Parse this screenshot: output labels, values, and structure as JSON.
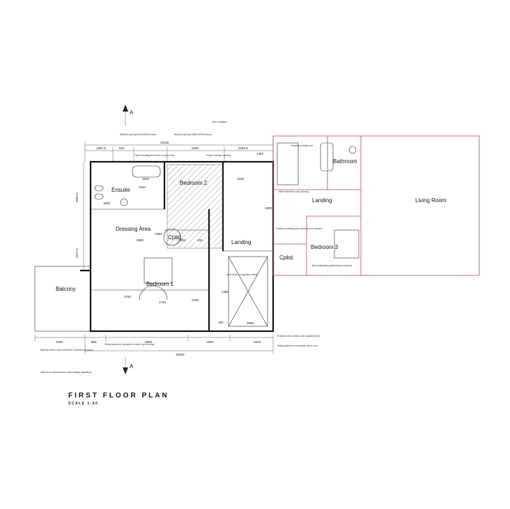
{
  "title": "FIRST FLOOR PLAN",
  "scale": "SCALE 1:50",
  "section_marker": "A",
  "rooms": {
    "ensuite": "Ensuite",
    "bedroom2": "Bedroom 2",
    "dressing": "Dressing Area",
    "cpbd1": "Cpbd.",
    "landing1": "Landing",
    "balcony": "Balcony",
    "bedroom1": "Bedroom 1",
    "bathroom": "Bathroom",
    "landing2": "Landing",
    "living": "Living Room",
    "bedroom3": "Bedroom 3",
    "cpbd2": "Cpbd."
  },
  "dimensions": {
    "overall_top": "10160",
    "top_1": "1487.5",
    "top_2": "910",
    "top_3": "2280",
    "top_4": "3282.5",
    "top_5": "1480",
    "ensuite_w": "2840",
    "d_1000": "1000",
    "d_2240": "2240",
    "d_7260": "7260",
    "d_2820": "2820",
    "d_1500": "1500",
    "d_100": "100",
    "d_2780a": "2780",
    "d_2780b": "2780",
    "d_1740": "1740",
    "d_1350": "1350",
    "d_1990": "1990",
    "d_2520": "2520",
    "d_2380": "2380",
    "bottom_2200": "2200",
    "bottom_890": "890",
    "bottom_4900": "4900",
    "overall_bottom": "10500",
    "left_3057": "3057.5",
    "left_2977": "2977.5",
    "d_180": "180",
    "d_2100": "2100",
    "d_1800": "1800"
  },
  "notes": {
    "window_top_left": "Window opening 910x2000mm deep",
    "window_top_mid": "Window opening 2280x1375mm deep",
    "timber_stud": "Timber studding from floor to eaves level",
    "extent_timber": "Extent of timber cladding",
    "rooflight": "Velux rooflights",
    "balcony_note": "Balcony area to have a minimum 1100mm high guard",
    "stair_note": "Stairs to be constructed to meet building regulations",
    "sliding_note": "Sliding system to specialist to extend up roof slope",
    "steel_note": "Steel beam to Engineers details",
    "bath_note": "Existing roof light over",
    "wall_removed": "Wall removed for new opening",
    "partition_note": "Position of existing door opening to be blocked",
    "new_partition": "New loadbearing partitioning as required",
    "extended_lift": "Extended sill to extend over cladding boxes",
    "sliding_system": "Sliding system to incorporate corner post"
  }
}
